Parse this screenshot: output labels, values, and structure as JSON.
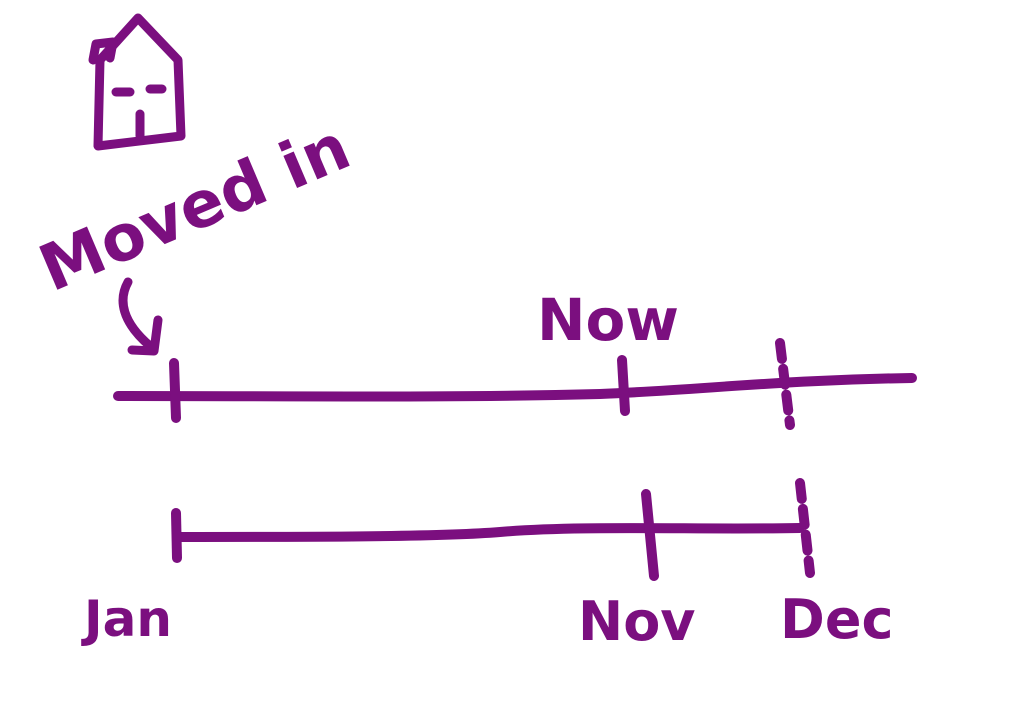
{
  "colors": {
    "ink": "#7b0f7f",
    "background": "#ffffff"
  },
  "icon": "house-icon",
  "labels": {
    "moved_in": "Moved in",
    "now": "Now",
    "jan": "Jan",
    "nov": "Nov",
    "dec": "Dec"
  }
}
